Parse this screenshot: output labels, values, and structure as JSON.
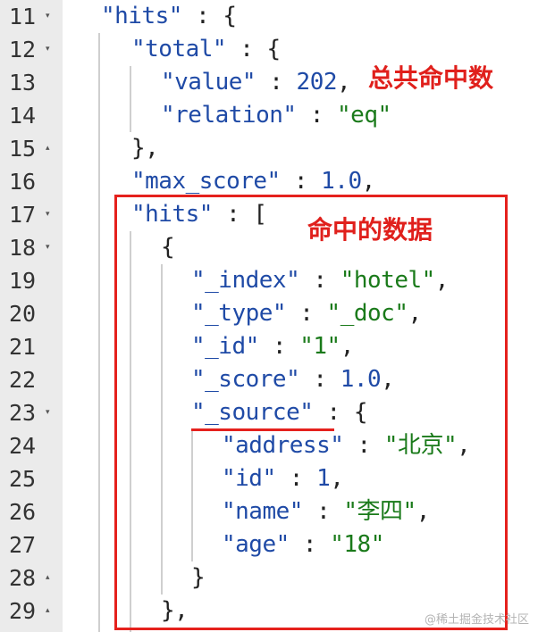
{
  "lines": [
    {
      "num": "11",
      "fold": "▾"
    },
    {
      "num": "12",
      "fold": "▾"
    },
    {
      "num": "13",
      "fold": ""
    },
    {
      "num": "14",
      "fold": ""
    },
    {
      "num": "15",
      "fold": "▴"
    },
    {
      "num": "16",
      "fold": ""
    },
    {
      "num": "17",
      "fold": "▾"
    },
    {
      "num": "18",
      "fold": "▾"
    },
    {
      "num": "19",
      "fold": ""
    },
    {
      "num": "20",
      "fold": ""
    },
    {
      "num": "21",
      "fold": ""
    },
    {
      "num": "22",
      "fold": ""
    },
    {
      "num": "23",
      "fold": "▾"
    },
    {
      "num": "24",
      "fold": ""
    },
    {
      "num": "25",
      "fold": ""
    },
    {
      "num": "26",
      "fold": ""
    },
    {
      "num": "27",
      "fold": ""
    },
    {
      "num": "28",
      "fold": "▴"
    },
    {
      "num": "29",
      "fold": "▴"
    }
  ],
  "code": {
    "l11": {
      "key": "\"hits\"",
      "rest": " : {"
    },
    "l12": {
      "key": "\"total\"",
      "rest": " : {"
    },
    "l13": {
      "key": "\"value\"",
      "sep": " : ",
      "val": "202",
      "tail": ","
    },
    "l14": {
      "key": "\"relation\"",
      "sep": " : ",
      "val": "\"eq\""
    },
    "l15": {
      "text": "},"
    },
    "l16": {
      "key": "\"max_score\"",
      "sep": " : ",
      "val": "1.0",
      "tail": ","
    },
    "l17": {
      "key": "\"hits\"",
      "rest": " : ["
    },
    "l18": {
      "text": "{"
    },
    "l19": {
      "key": "\"_index\"",
      "sep": " : ",
      "val": "\"hotel\"",
      "tail": ","
    },
    "l20": {
      "key": "\"_type\"",
      "sep": " : ",
      "val": "\"_doc\"",
      "tail": ","
    },
    "l21": {
      "key": "\"_id\"",
      "sep": " : ",
      "val": "\"1\"",
      "tail": ","
    },
    "l22": {
      "key": "\"_score\"",
      "sep": " : ",
      "val": "1.0",
      "tail": ","
    },
    "l23": {
      "key": "\"_source\"",
      "rest": " : {"
    },
    "l24": {
      "key": "\"address\"",
      "sep": " : ",
      "val": "\"北京\"",
      "tail": ","
    },
    "l25": {
      "key": "\"id\"",
      "sep": " : ",
      "val": "1",
      "tail": ","
    },
    "l26": {
      "key": "\"name\"",
      "sep": " : ",
      "val": "\"李四\"",
      "tail": ","
    },
    "l27": {
      "key": "\"age\"",
      "sep": " : ",
      "val": "\"18\""
    },
    "l28": {
      "text": "}"
    },
    "l29": {
      "text": "},"
    }
  },
  "annotations": {
    "total_hits": "总共命中数",
    "hit_data": "命中的数据"
  },
  "watermark": "@稀土掘金技术社区",
  "colors": {
    "key": "#1f4aa6",
    "string": "#1a7a1a",
    "annotation": "#e5211d",
    "gutter": "#ebebeb"
  }
}
